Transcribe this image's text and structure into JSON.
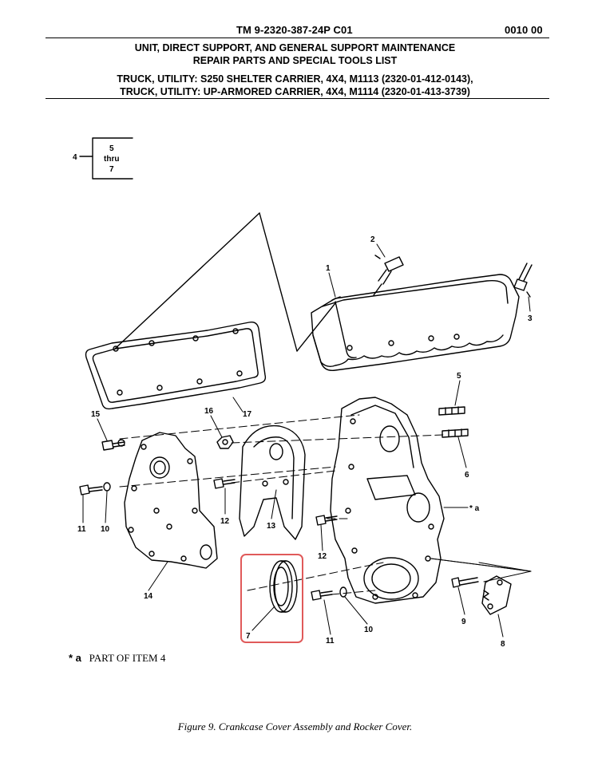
{
  "header": {
    "tm_number": "TM 9-2320-387-24P  C01",
    "work_package": "0010 00",
    "title_line1": "UNIT, DIRECT SUPPORT, AND GENERAL SUPPORT MAINTENANCE",
    "title_line2": "REPAIR PARTS AND SPECIAL TOOLS LIST",
    "subtitle_line1": "TRUCK, UTILITY: S250 SHELTER CARRIER, 4X4, M1113 (2320-01-412-0143),",
    "subtitle_line2": "TRUCK, UTILITY: UP-ARMORED CARRIER, 4X4, M1114 (2320-01-413-3739)"
  },
  "figure": {
    "bracket": {
      "item": "4",
      "range_start": "5",
      "range_word": "thru",
      "range_end": "7"
    },
    "callouts": {
      "c1": "1",
      "c2": "2",
      "c3": "3",
      "c5": "5",
      "c6": "6",
      "c7": "7",
      "c8": "8",
      "c9": "9",
      "c10a": "10",
      "c10b": "10",
      "c11a": "11",
      "c11b": "11",
      "c12a": "12",
      "c12b": "12",
      "c13": "13",
      "c14": "14",
      "c15": "15",
      "c16": "16",
      "c17": "17",
      "ca": "* a"
    },
    "highlight_color": "#e05a5a"
  },
  "footnote": {
    "marker": "* a",
    "text": "PART OF ITEM  4"
  },
  "caption": "Figure 9.  Crankcase Cover Assembly and Rocker Cover."
}
